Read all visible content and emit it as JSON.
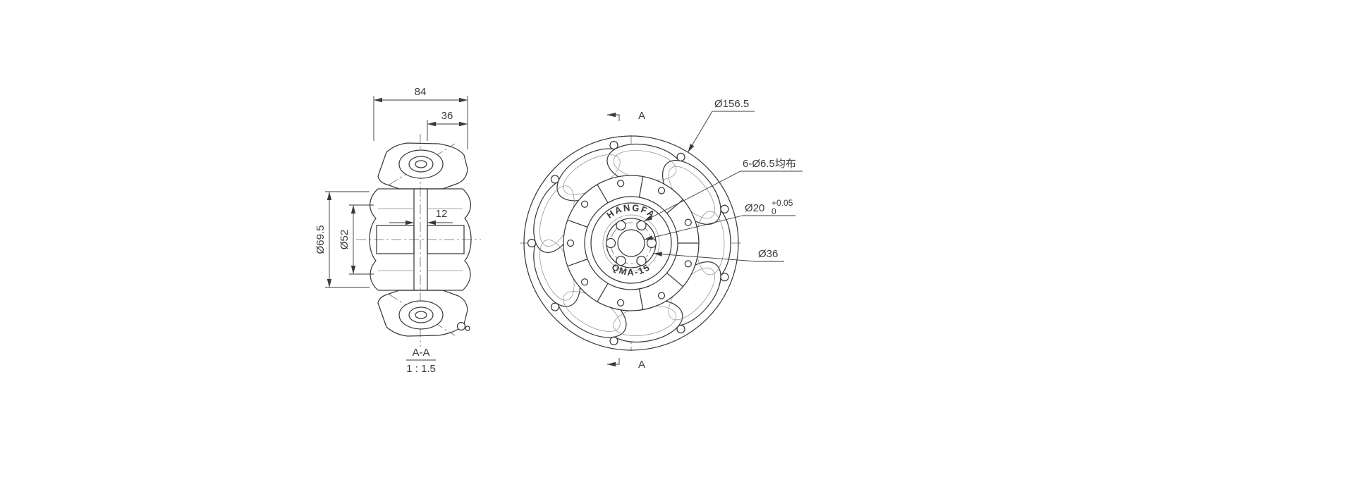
{
  "colors": {
    "background": "#ffffff",
    "line": "#3a3a3a"
  },
  "section_view": {
    "dim_overall_width": "84",
    "dim_hub_offset": "36",
    "dim_web_width": "12",
    "dim_outer_diameter": "Ø69.5",
    "dim_inner_diameter": "Ø52",
    "view_label": "A-A",
    "view_scale": "1 : 1.5"
  },
  "front_view": {
    "dim_wheel_diameter": "Ø156.5",
    "dim_bolt_pattern": "6-Ø6.5均布",
    "dim_bore_diameter": "Ø20",
    "dim_bore_tol_upper": "+0.05",
    "dim_bore_tol_lower": "0",
    "dim_hub_diameter": "Ø36",
    "section_arrow_top_label": "A",
    "section_arrow_bottom_label": "A",
    "hub_text_top": "HANGFA",
    "hub_text_bottom": "QMA-15"
  }
}
